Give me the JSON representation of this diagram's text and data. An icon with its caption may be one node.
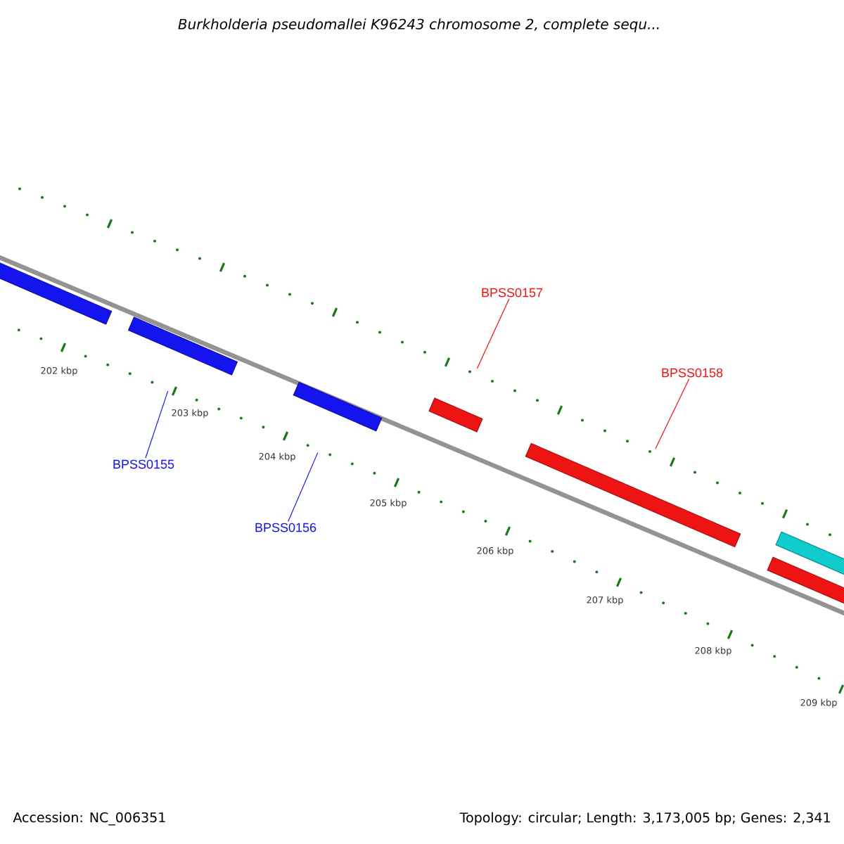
{
  "diagram": {
    "title": "Burkholderia pseudomallei K96243 chromosome 2, complete sequ...",
    "nodes": [
      {
        "text": [],
        "shape": "bar"
      },
      {
        "text": [],
        "shape": "bar"
      },
      {
        "text": [],
        "shape": "bar"
      },
      {
        "text": [],
        "shape": "bar"
      },
      {
        "text": [],
        "shape": "bar"
      },
      {
        "text": [],
        "shape": "bar"
      },
      {
        "text": [],
        "shape": "bar"
      },
      {
        "text": [
          "BPSS0155"
        ]
      },
      {
        "text": [
          "BPSS0156"
        ]
      },
      {
        "text": [
          "BPSS0157"
        ]
      },
      {
        "text": [
          "BPSS0158"
        ]
      }
    ],
    "edges": [
      {
        "from": 7,
        "to": 1,
        "arrow": "none",
        "color": "#1a1aee"
      },
      {
        "from": 8,
        "to": 2,
        "arrow": "none",
        "color": "#1a1aee"
      },
      {
        "from": 9,
        "to": 3,
        "arrow": "none",
        "color": "#ee1111"
      },
      {
        "from": 10,
        "to": 4,
        "arrow": "none",
        "color": "#ee1111"
      }
    ],
    "labels": [
      "202 kbp",
      "203 kbp",
      "204 kbp",
      "205 kbp",
      "206 kbp",
      "207 kbp",
      "208 kbp",
      "209 kbp",
      "Accession: NC_006351",
      "Topology: circular; Length: 3,173,005 bp; Genes: 2,341"
    ]
  }
}
